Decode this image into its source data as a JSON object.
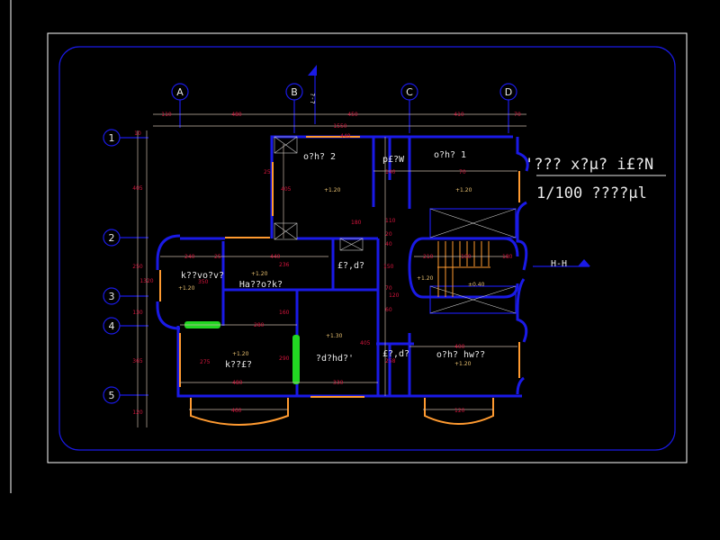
{
  "drawing": {
    "title_line1": "'??? x?µ? i£?N",
    "title_line2": "1/100 ????µl",
    "section_marker": "H-H",
    "section_marker_top": "?-?",
    "grid_columns": [
      "A",
      "B",
      "C",
      "D"
    ],
    "grid_rows": [
      "1",
      "2",
      "3",
      "4",
      "5"
    ],
    "top_dimensions": [
      "110",
      "480",
      "450",
      "410",
      "70"
    ],
    "top_total": "1550",
    "left_dimensions": [
      "10",
      "405",
      "250",
      "130",
      "365",
      "120"
    ],
    "left_total": "1320",
    "rooms": [
      {
        "name": "o?h? 2",
        "level": "+1.20"
      },
      {
        "name": "p£?W",
        "level": ""
      },
      {
        "name": "o?h? 1",
        "level": "+1.20"
      },
      {
        "name": "k??vo?v?",
        "level": "+1.20"
      },
      {
        "name": "Ha??o?k?",
        "level": "+1.20"
      },
      {
        "name": "£?,d?",
        "level": ""
      },
      {
        "name": "?d?hd?'",
        "level": "+1.30"
      },
      {
        "name": "k??£?",
        "level": "+1.20"
      },
      {
        "name": "£?,d?",
        "level": ""
      },
      {
        "name": "o?h? hw??",
        "level": "+1.20"
      }
    ],
    "stair_levels": [
      "+1.20",
      "±0.40"
    ],
    "inner_dims": [
      "440",
      "405",
      "25",
      "140",
      "180",
      "10",
      "110",
      "20",
      "40",
      "150",
      "70",
      "120",
      "60",
      "240",
      "25",
      "440",
      "236",
      "350",
      "250",
      "295",
      "160",
      "280",
      "275",
      "290",
      "480",
      "330",
      "405",
      "400",
      "258",
      "460",
      "120",
      "380",
      "120",
      "70",
      "100",
      "210",
      "10",
      "20"
    ]
  }
}
